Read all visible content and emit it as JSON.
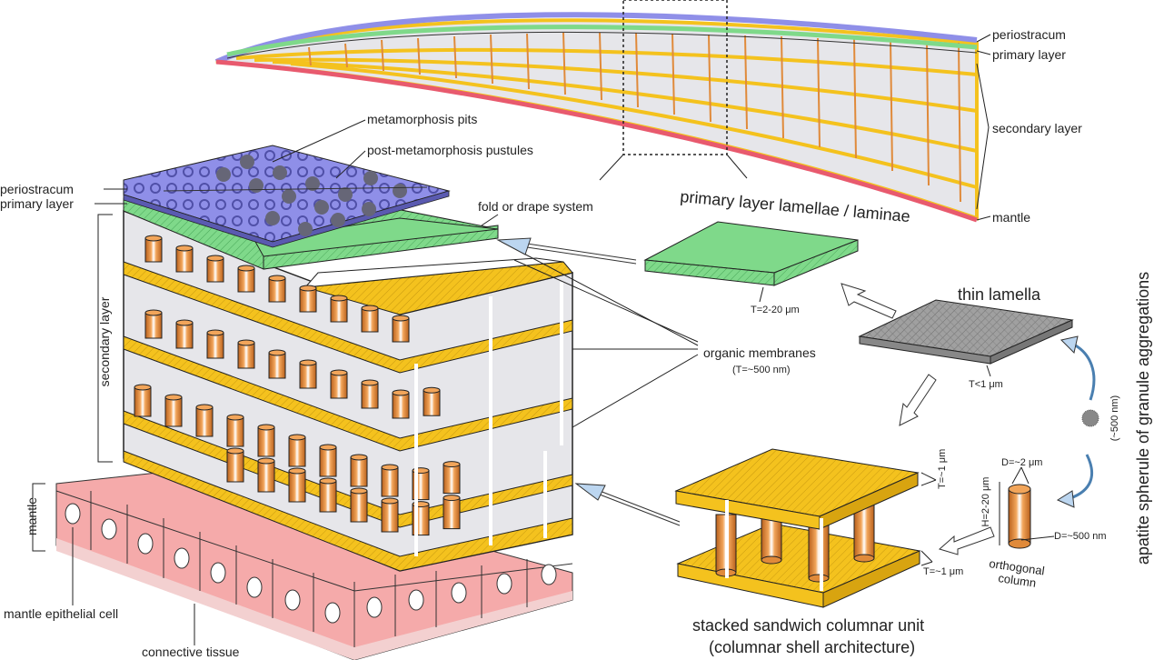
{
  "labels": {
    "top_periostracum": "periostracum",
    "top_primary": "primary layer",
    "top_secondary": "secondary layer",
    "top_mantle": "mantle",
    "metamorphosis_pits": "metamorphosis pits",
    "post_pustules": "post-metamorphosis pustules",
    "left_periostracum": "periostracum",
    "left_primary": "primary layer",
    "fold_system": "fold or drape system",
    "secondary_vertical": "secondary layer",
    "mantle_vertical": "mantle",
    "mantle_cell": "mantle epithelial cell",
    "connective": "connective tissue",
    "lamellae_title": "primary layer lamellae / laminae",
    "thin_lamella": "thin lamella",
    "t_2_20": "T=2-20 μm",
    "t_lt1": "T<1 μm",
    "organic_membranes": "organic membranes",
    "organic_t": "(T=~500 nm)",
    "apatite_side": "apatite spherule of granule aggregations",
    "apatite_size": "(~500 nm)",
    "t_1_top": "T=~1 μm",
    "t_1_bottom": "T=~1 μm",
    "h_2_20": "H=2-20 μm",
    "d_2": "D=~2 μm",
    "d_500": "D=~500 nm",
    "orthogonal": "orthogonal",
    "column": "column",
    "stacked_title": "stacked sandwich columnar unit",
    "stacked_subtitle": "(columnar shell architecture)"
  },
  "colors": {
    "periostracum": "#8f8fe8",
    "primary": "#7fd98a",
    "yellow": "#f4c21e",
    "column": "#e08a3a",
    "mantle_top": "#e85a6e",
    "mantle_cells": "#f5aaaa",
    "grey_lamella": "#9a9a9a",
    "wall": "#e6e6ea"
  }
}
